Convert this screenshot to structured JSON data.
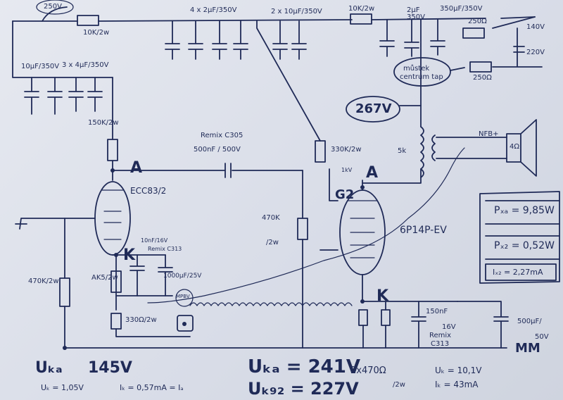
{
  "labels": {
    "in_voltage": "250V",
    "r_top_left": "10K/2w",
    "caps_top_1": "4 x 2µF/350V",
    "caps_top_2": "2 x 10µF/350V",
    "r_top_right": "10K/2w",
    "cap_top_right": "2µF",
    "cap_top_right2": "350V",
    "right_caps": "350µF/350V",
    "r_250_a": "250Ω",
    "r_250_b": "250Ω",
    "cap_220": "220V",
    "node_140": "140V",
    "caps_left_1": "10µF/350V",
    "caps_left_2": "3 x 4µF/350V",
    "mustek": "můstek",
    "contour": "centrum tap",
    "v_267": "267V",
    "r_330": "330K/2w",
    "xfmr_5k": "5k",
    "nfb": "NFB+",
    "spk": "4Ω",
    "remix": "Remix C305",
    "cap_coupling": "500nF / 500V",
    "r_150k": "150K/2w",
    "anode_a1": "A",
    "tube1": "ECC83/2",
    "r_470k": "470K",
    "r_470k_w": "/2w",
    "anode_a2": "A",
    "g2": "G2",
    "tube2": "6P14P-EV",
    "r_1kv": "1kV",
    "cathode_k1": "K",
    "cap_k1_a": "10nF/16V",
    "cap_k1_b": "Remix C313",
    "cap_k1_c": "1000µF/25V",
    "r_ak": "AK5/2w",
    "grid_r": "470K/2w",
    "r_330_2w": "330Ω/2w",
    "mpb": "MPBV",
    "cathode_k2": "K",
    "cap_k2_a": "150nF",
    "cap_k2_b": "16V",
    "cap_k2_c": "Remix",
    "cap_k2_d": "C313",
    "cap_500": "500µF/",
    "cap_500b": "50V",
    "mm": "MM",
    "r_2x470": "2x470Ω",
    "r_2x470_w": "/2w",
    "pda": "Pₓₐ = 9,85W",
    "pg2": "Pₓ₂ = 0,52W",
    "ig2": "Iₓ₂ = 2,27mA",
    "uka1": "Uₖₐ",
    "uka1_val": "145V",
    "uk1": "Uₖ = 1,05V",
    "ik1": "Iₖ = 0,57mA = Iₐ",
    "uka2": "Uₖₐ = 241V",
    "ukg2": "Uₖ₉₂ = 227V",
    "uk2": "Uₖ = 10,1V",
    "ik2": "Iₖ = 43mA"
  },
  "colors": {
    "ink": "#1f2a57",
    "paper": "#dde1ea"
  }
}
